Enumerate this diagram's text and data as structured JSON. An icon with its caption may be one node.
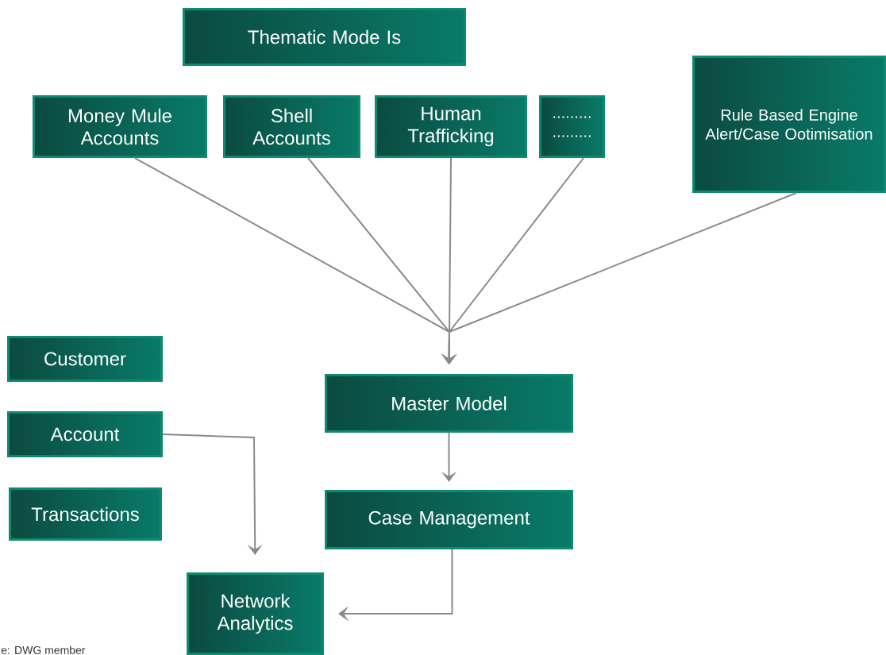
{
  "diagram": {
    "nodes": [
      {
        "text": [
          "Thematic Mode Is"
        ]
      },
      {
        "text": [
          "Money Mule Accounts"
        ]
      },
      {
        "text": [
          "Shell Accounts"
        ]
      },
      {
        "text": [
          "Human Trafficking"
        ]
      },
      {
        "text": [
          "......... ........."
        ]
      },
      {
        "text": [
          "Rule Based Engine Alert/Case Ootimisation"
        ]
      },
      {
        "text": [
          "Customer"
        ]
      },
      {
        "text": [
          "Account"
        ]
      },
      {
        "text": [
          "Transactions"
        ]
      },
      {
        "text": [
          "Master Model"
        ]
      },
      {
        "text": [
          "Case Management"
        ]
      },
      {
        "text": [
          "Network Analytics"
        ]
      }
    ],
    "edges": [
      {
        "from": 1,
        "to": 9,
        "arrow": "to"
      },
      {
        "from": 2,
        "to": 9,
        "arrow": "to"
      },
      {
        "from": 3,
        "to": 9,
        "arrow": "to"
      },
      {
        "from": 4,
        "to": 9,
        "arrow": "to"
      },
      {
        "from": 5,
        "to": 9,
        "arrow": "to"
      },
      {
        "from": 9,
        "to": 10,
        "arrow": "to"
      },
      {
        "from": 7,
        "to": 11,
        "arrow": "to"
      },
      {
        "from": 10,
        "to": 11,
        "arrow": "to"
      }
    ],
    "labels": [
      "e: DWG member"
    ]
  }
}
